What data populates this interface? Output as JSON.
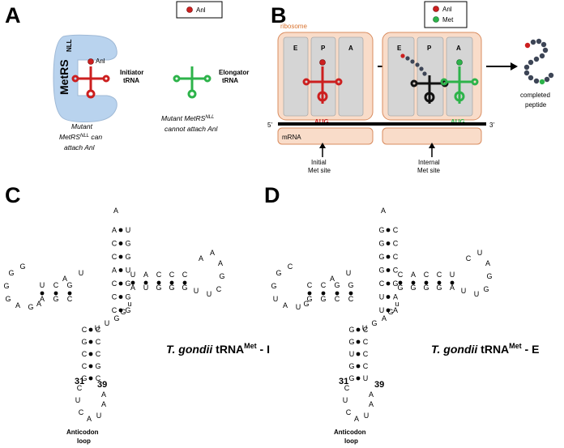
{
  "panel_a": {
    "letter": "A",
    "legend_anl": "Anl",
    "enzyme_label": "MetRS",
    "enzyme_superscript": "NLL",
    "anl_tag": "Anl",
    "initiator_label_1": "Initiator",
    "initiator_label_2": "tRNA",
    "elongator_label_1": "Elongator",
    "elongator_label_2": "tRNA",
    "caption_left_1": "Mutant",
    "caption_left_2a": "MetRS",
    "caption_left_2sup": "NLL",
    "caption_left_2b": " can",
    "caption_left_3": "attach Anl",
    "caption_right_1a": "Mutant MetRS",
    "caption_right_1sup": "NLL",
    "caption_right_2": "cannot attach Anl"
  },
  "panel_b": {
    "letter": "B",
    "legend_anl": "Anl",
    "legend_met": "Met",
    "ribosome_label": "ribosome",
    "site_e": "E",
    "site_p": "P",
    "site_a": "A",
    "codon_1": "AUG",
    "codon_2": "AUG",
    "five_prime": "5’",
    "three_prime": "3’",
    "mrna_label": "mRNA",
    "initial_site_1": "Initial",
    "initial_site_2": "Met site",
    "internal_site_1": "Internal",
    "internal_site_2": "Met site",
    "completed_1": "completed",
    "completed_2": "peptide"
  },
  "panel_c": {
    "letter": "C",
    "title_species": "T. gondii",
    "title_trna": " tRNA",
    "title_sup": "Met",
    "title_suffix": " - I",
    "num_left": "31",
    "num_right": "39",
    "anticodon_1": "Anticodon",
    "anticodon_2": "loop"
  },
  "panel_d": {
    "letter": "D",
    "title_species": "T. gondii",
    "title_trna": " tRNA",
    "title_sup": "Met",
    "title_suffix": " - E",
    "num_left": "31",
    "num_right": "39",
    "anticodon_1": "Anticodon",
    "anticodon_2": "loop"
  },
  "colors": {
    "anl_red": "#cc1f1f",
    "met_green": "#2db34a",
    "ribosome_fill": "#f9dcc9",
    "ribosome_stroke": "#d98c5f",
    "enzyme_blue": "#b9d3ee",
    "site_gray": "#d5d5d5",
    "peptide_bead": "#3d4556"
  },
  "structure_c": {
    "acceptor_5": [
      "A",
      "C",
      "C",
      "A",
      "C",
      "C",
      "C"
    ],
    "acceptor_3": [
      "U",
      "G",
      "G",
      "U",
      "G",
      "G",
      "G"
    ],
    "acceptor_tail": [
      "A"
    ],
    "dstem_top": [
      "U",
      "C",
      "G"
    ],
    "dstem_bot": [
      "A",
      "G",
      "C"
    ],
    "dloop": [
      "G",
      "G",
      "G",
      "G",
      "A",
      "G",
      "A"
    ],
    "astem_5": [
      "C",
      "G",
      "C",
      "C",
      "G"
    ],
    "astem_3": [
      "C",
      "C",
      "C",
      "G",
      "C"
    ],
    "aloop": [
      "C",
      "U",
      "C",
      "A",
      "U",
      "A",
      "A"
    ],
    "tstem_top": [
      "U",
      "A",
      "C",
      "C",
      "C"
    ],
    "tstem_bot": [
      "A",
      "U",
      "G",
      "G",
      "G"
    ],
    "tloop": [
      "A",
      "A",
      "A",
      "G",
      "C",
      "U",
      "U"
    ],
    "variable": [
      "u",
      "G",
      "G",
      "U",
      "U"
    ]
  },
  "structure_d": {
    "acceptor_5": [
      "G",
      "G",
      "G",
      "G",
      "C",
      "U",
      "U"
    ],
    "acceptor_3": [
      "C",
      "C",
      "C",
      "C",
      "G",
      "A",
      "A"
    ],
    "acceptor_tail": [
      "A"
    ],
    "dstem_top": [
      "C",
      "C",
      "G",
      "G"
    ],
    "dstem_bot": [
      "G",
      "G",
      "C",
      "C"
    ],
    "dloop": [
      "C",
      "G",
      "G",
      "U",
      "A",
      "U",
      "G"
    ],
    "astem_5": [
      "G",
      "G",
      "U",
      "G",
      "G"
    ],
    "astem_3": [
      "C",
      "C",
      "C",
      "C",
      "U"
    ],
    "aloop": [
      "C",
      "U",
      "C",
      "A",
      "U",
      "A",
      "A"
    ],
    "tstem_top": [
      "C",
      "A",
      "C",
      "C",
      "U"
    ],
    "tstem_bot": [
      "G",
      "G",
      "G",
      "G",
      "A"
    ],
    "tloop": [
      "C",
      "U",
      "A",
      "G",
      "G",
      "U",
      "U"
    ],
    "variable": [
      "u",
      "G",
      "A",
      "G",
      "U"
    ]
  }
}
